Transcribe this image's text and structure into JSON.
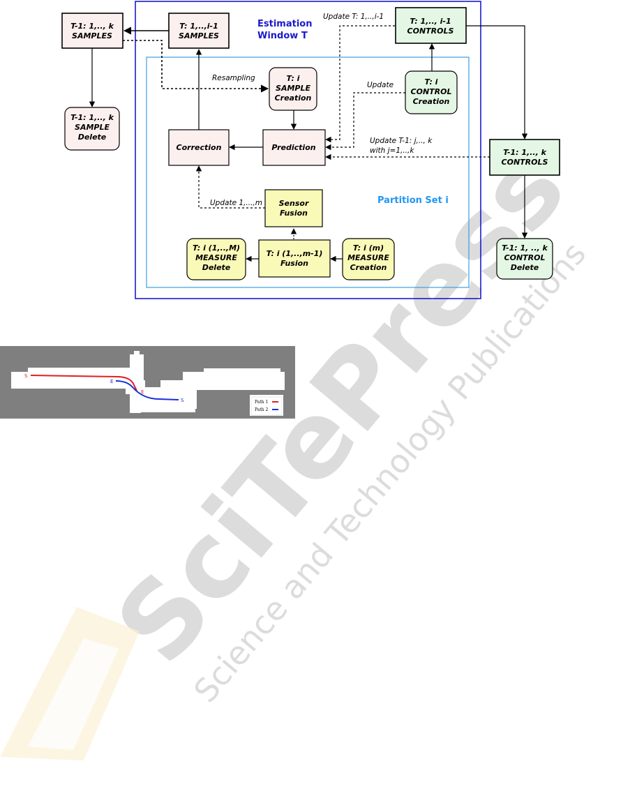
{
  "titles": {
    "estimation_window_l1": "Estimation",
    "estimation_window_l2": "Window T",
    "partition_set": "Partition Set i"
  },
  "boxes": {
    "t1_samples": [
      "T-1: 1,.., k",
      "SAMPLES"
    ],
    "t_samples": [
      "T: 1,..,i-1",
      "SAMPLES"
    ],
    "t_controls": [
      "T: 1,.., i-1",
      "CONTROLS"
    ],
    "t1_sample_delete": [
      "T-1: 1,.., k",
      "SAMPLE",
      "Delete"
    ],
    "sample_creation": [
      "T: i",
      "SAMPLE",
      "Creation"
    ],
    "control_creation": [
      "T: i",
      "CONTROL",
      "Creation"
    ],
    "correction": [
      "Correction"
    ],
    "prediction": [
      "Prediction"
    ],
    "t1_controls": [
      "T-1: 1,.., k",
      "CONTROLS"
    ],
    "sensor_fusion": [
      "Sensor",
      "Fusion"
    ],
    "measure_delete": [
      "T: i (1,..,M)",
      "MEASURE",
      "Delete"
    ],
    "fusion": [
      "T: i (1,..,m-1)",
      "Fusion"
    ],
    "measure_creation": [
      "T: i (m)",
      "MEASURE",
      "Creation"
    ],
    "control_delete": [
      "T-1: 1, .., k",
      "CONTROL",
      "Delete"
    ]
  },
  "edge_labels": {
    "update_t_controls": "Update T: 1,..,i-1",
    "resampling": "Resampling",
    "update": "Update",
    "update_t1_l1": "Update T-1: j,.., k",
    "update_t1_l2": "with j=1,..,k",
    "update_1m": "Update 1,...,m"
  },
  "map": {
    "start_label_1": "S",
    "end_label_1": "E",
    "start_label_2": "S",
    "end_label_2": "E",
    "legend": [
      {
        "label": "Path 1",
        "color": "#e02020"
      },
      {
        "label": "Path 2",
        "color": "#1a2fd6"
      }
    ]
  },
  "watermark": {
    "main": "SciTePress",
    "sub": "Science and Technology Publications"
  },
  "colors": {
    "pink": "#fcf0ef",
    "green": "#e4f7e4",
    "yellow": "#fafab8",
    "window_border": "#1a1acc",
    "partition_border": "#3ba0e0"
  }
}
